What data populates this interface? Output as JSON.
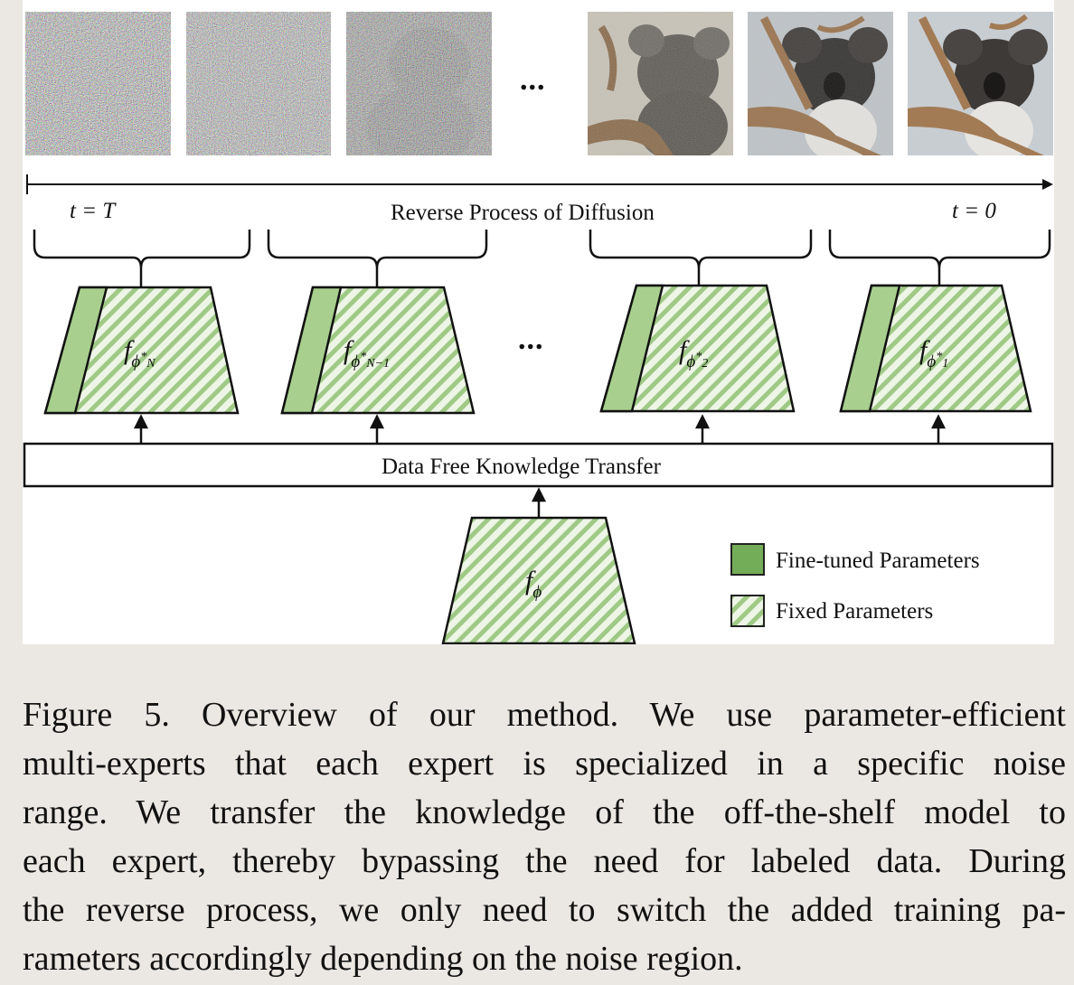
{
  "colors": {
    "fine_tuned": "#a8cf8e",
    "fine_tuned_legend": "#74ad57",
    "fixed_fill": "#e9f3e0",
    "stripe": "#9fc985",
    "background": "#ebe8e3"
  },
  "timeline": {
    "start_label": "t = T",
    "middle_label": "Reverse Process of Diffusion",
    "end_label": "t = 0"
  },
  "experts": [
    {
      "f": "f",
      "sub": "ϕ",
      "sup": "*",
      "idx": "N"
    },
    {
      "f": "f",
      "sub": "ϕ",
      "sup": "*",
      "idx": "N−1"
    },
    {
      "f": "f",
      "sub": "ϕ",
      "sup": "*",
      "idx": "2"
    },
    {
      "f": "f",
      "sub": "ϕ",
      "sup": "*",
      "idx": "1"
    }
  ],
  "ellipsis": "...",
  "transfer_box": "Data Free Knowledge Transfer",
  "base_model": {
    "f": "f",
    "sub": "ϕ"
  },
  "legend": {
    "fine_tuned": "Fine-tuned Parameters",
    "fixed": "Fixed Parameters"
  },
  "images": [
    {
      "icon": "pure-noise-image"
    },
    {
      "icon": "pure-noise-image"
    },
    {
      "icon": "faint-koala-noise-image"
    },
    {
      "icon": "noisy-koala-image"
    },
    {
      "icon": "slightly-noisy-koala-image"
    },
    {
      "icon": "clean-koala-image"
    }
  ],
  "caption": {
    "lines": [
      "Figure 5.  Overview of our method.  We use parameter-efficient",
      "multi-experts that each expert is specialized in a specific noise",
      "range.  We transfer the knowledge of the off-the-shelf model to",
      "each expert, thereby bypassing the need for labeled data. During",
      "the reverse process, we only need to switch the added training pa-",
      "rameters accordingly depending on the noise region."
    ]
  }
}
